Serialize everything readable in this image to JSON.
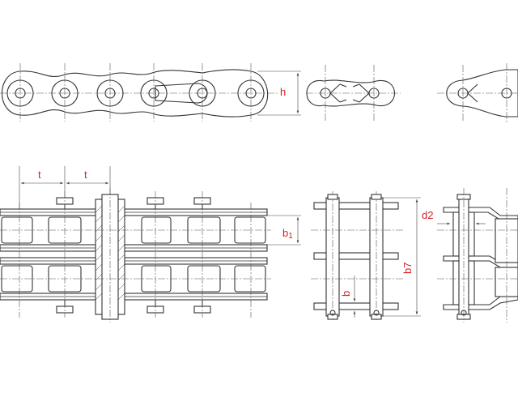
{
  "labels": {
    "h": "h",
    "t1": "t",
    "t2": "t",
    "b1_main": "b",
    "b1_sub": "1",
    "b": "b",
    "b7": "b7",
    "d2": "d2"
  },
  "colors": {
    "line": "#333333",
    "label": "#d42020",
    "background": "#ffffff"
  }
}
